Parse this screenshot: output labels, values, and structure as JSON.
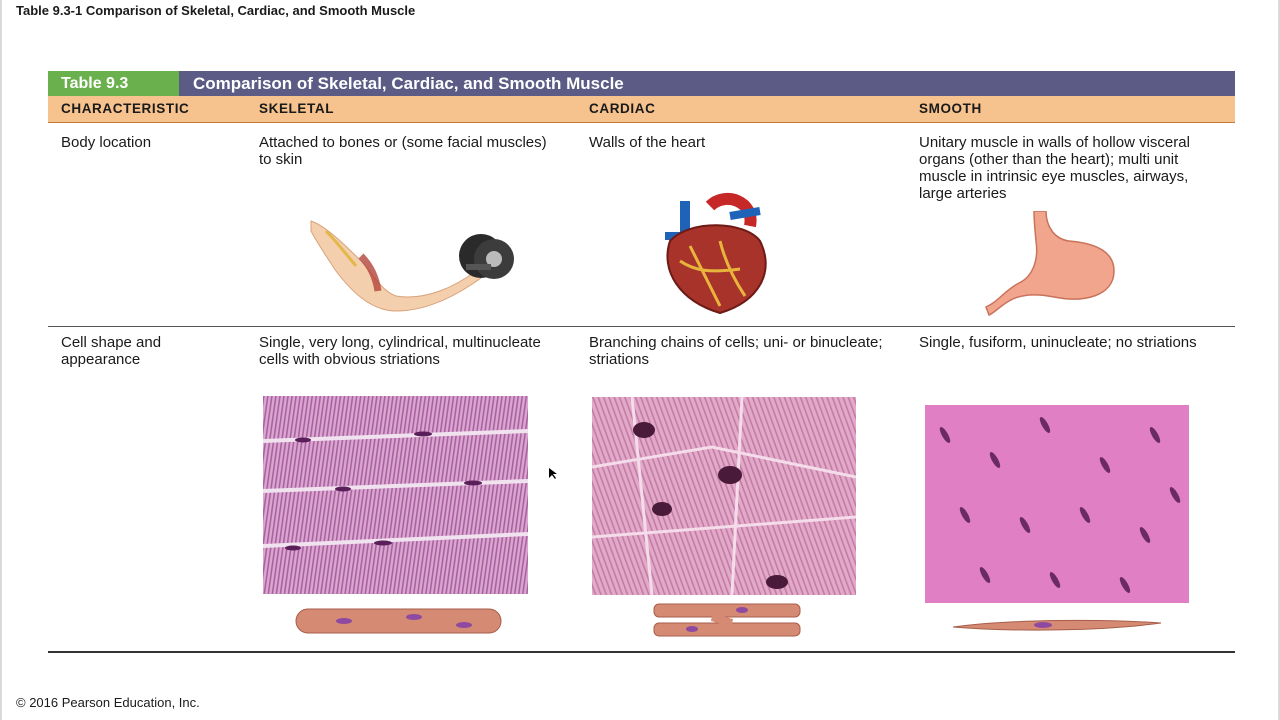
{
  "slide_title": "Table 9.3-1 Comparison of Skeletal, Cardiac, and Smooth Muscle",
  "table": {
    "number": "Table 9.3",
    "title": "Comparison of Skeletal, Cardiac, and Smooth Muscle",
    "columns": [
      "CHARACTERISTIC",
      "SKELETAL",
      "CARDIAC",
      "SMOOTH"
    ],
    "rows": [
      {
        "characteristic": "Body location",
        "skeletal": "Attached to bones or (some facial muscles) to skin",
        "cardiac": "Walls of the heart",
        "smooth": "Unitary muscle in walls of hollow visceral organs (other than the heart); multi unit muscle in intrinsic eye muscles, airways, large arteries"
      },
      {
        "characteristic": "Cell shape and appearance",
        "skeletal": "Single, very long, cylindrical, multinucleate cells with obvious striations",
        "cardiac": "Branching chains of cells; uni- or binucleate; striations",
        "smooth": "Single, fusiform, uninucleate; no striations"
      }
    ]
  },
  "copyright": "© 2016 Pearson Education, Inc.",
  "colors": {
    "header_band": "#5b5b86",
    "table_number_bg": "#6ab04c",
    "column_header_bg": "#f6c28d",
    "tissue_pink": "#d98cc8",
    "nuclei": "#5a1f5a"
  }
}
